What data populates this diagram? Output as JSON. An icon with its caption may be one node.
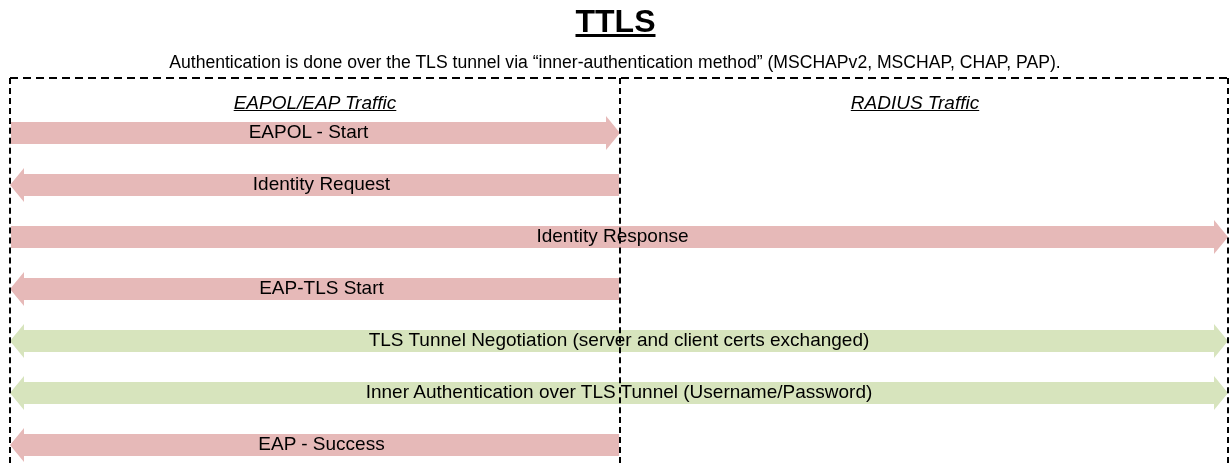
{
  "diagram": {
    "title": "TTLS",
    "nodes": [
      {
        "text": [],
        "shape": "line"
      },
      {
        "text": [],
        "shape": "line"
      },
      {
        "text": [],
        "shape": "line"
      }
    ],
    "edges": [
      {
        "from": 0,
        "to": 1,
        "arrow": "to",
        "label": "EAPOL - Start"
      },
      {
        "from": 1,
        "to": 0,
        "arrow": "to",
        "label": "Identity Request"
      },
      {
        "from": 0,
        "to": 2,
        "arrow": "to",
        "label": "Identity Response"
      },
      {
        "from": 1,
        "to": 0,
        "arrow": "to",
        "label": "EAP-TLS Start"
      },
      {
        "from": 0,
        "to": 2,
        "arrow": "both",
        "label": "TLS Tunnel Negotiation (server and client certs exchanged)",
        "color": "#d7e4bd"
      },
      {
        "from": 0,
        "to": 2,
        "arrow": "both",
        "label": "Inner Authentication over TLS Tunnel (Username/Password)",
        "color": "#d7e4bd"
      },
      {
        "from": 1,
        "to": 0,
        "arrow": "to",
        "label": "EAP - Success"
      }
    ],
    "labels": [
      "Authentication is done over the TLS tunnel via “inner-authentication method” (MSCHAPv2, MSCHAP, CHAP, PAP).",
      "EAPOL/EAP Traffic",
      "RADIUS Traffic"
    ]
  }
}
